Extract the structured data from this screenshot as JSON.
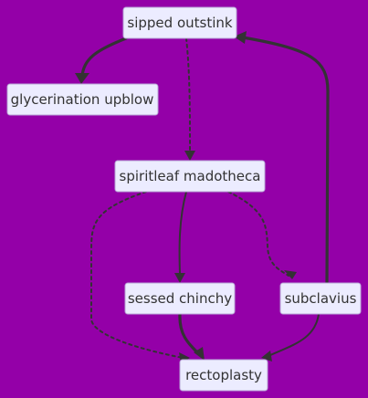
{
  "colors": {
    "background": "#9400a8",
    "node_fill": "#ececff",
    "node_border": "#b9a6d6",
    "edge": "#333333",
    "text": "#333333"
  },
  "nodes": {
    "sipped": "sipped outstink",
    "glycerination": "glycerination upblow",
    "spiritleaf": "spiritleaf madotheca",
    "sessed": "sessed chinchy",
    "subclavius": "subclavius",
    "rectoplasty": "rectoplasty"
  },
  "edges": [
    {
      "from": "sipped",
      "to": "glycerination",
      "style": "thick"
    },
    {
      "from": "sipped",
      "to": "spiritleaf",
      "style": "dotted"
    },
    {
      "from": "spiritleaf",
      "to": "sessed",
      "style": "normal"
    },
    {
      "from": "spiritleaf",
      "to": "subclavius",
      "style": "dotted"
    },
    {
      "from": "spiritleaf",
      "to": "rectoplasty",
      "style": "dotted"
    },
    {
      "from": "sessed",
      "to": "rectoplasty",
      "style": "thick"
    },
    {
      "from": "subclavius",
      "to": "rectoplasty",
      "style": "normal"
    },
    {
      "from": "subclavius",
      "to": "sipped",
      "style": "thick"
    }
  ]
}
